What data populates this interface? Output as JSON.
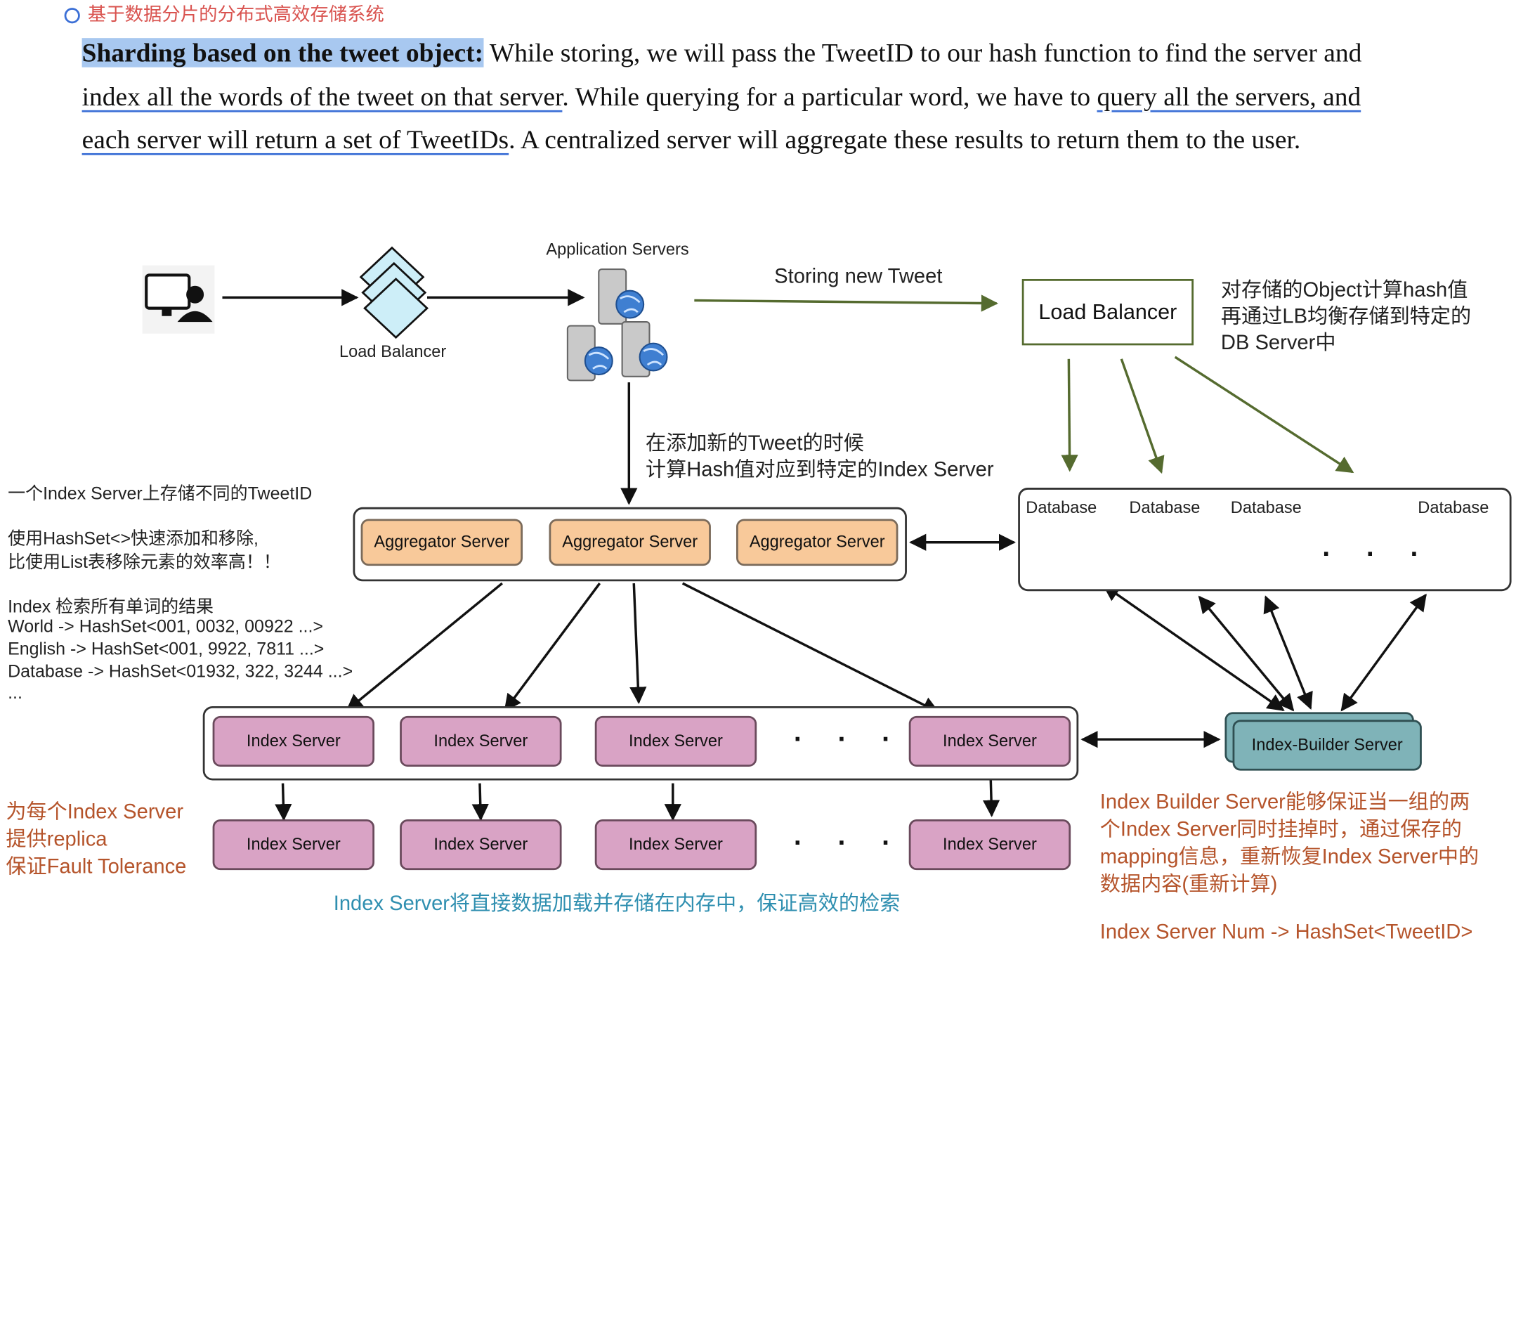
{
  "note_top": "基于数据分片的分布式高效存储系统",
  "paragraph": {
    "bold_lead": "Sharding based on the tweet object:",
    "text1": " While storing, we will pass the TweetID to our hash function to find the server and ",
    "underline1": "index all the words of the tweet on that server",
    "text2": ". While querying for a particular word, we have to ",
    "underline2": "query all the servers, and each server will return a set of TweetIDs",
    "text3": ". A centralized server will aggregate these results to return them to the user."
  },
  "diagram": {
    "app_servers_label": "Application Servers",
    "load_balancer_label": "Load Balancer",
    "storing_label": "Storing new Tweet",
    "lb_box_label": "Load Balancer",
    "lb_note": [
      "对存储的Object计算hash值",
      "再通过LB均衡存储到特定的",
      "DB Server中"
    ],
    "hash_note": [
      "在添加新的Tweet的时候",
      "计算Hash值对应到特定的Index Server"
    ],
    "left_notes": {
      "line1": "一个Index Server上存储不同的TweetID",
      "line2": "使用HashSet<>快速添加和移除,",
      "line3": "比使用List表移除元素的效率高！！",
      "line4": "Index 检索所有单词的结果",
      "line5": "World -> HashSet<001, 0032, 00922 ...>",
      "line6": "English -> HashSet<001, 9922, 7811 ...>",
      "line7": "Database -> HashSet<01932, 322, 3244 ...>",
      "line8": "..."
    },
    "aggregators": [
      "Aggregator Server",
      "Aggregator Server",
      "Aggregator Server"
    ],
    "databases": [
      "Database",
      "Database",
      "Database",
      "Database"
    ],
    "index_servers": [
      "Index Server",
      "Index Server",
      "Index Server",
      "Index Server"
    ],
    "replica_servers": [
      "Index Server",
      "Index Server",
      "Index Server",
      "Index Server"
    ],
    "ellipsis": "· · ·",
    "index_builder": "Index-Builder Server",
    "replica_note": [
      "为每个Index Server",
      "提供replica",
      "保证Fault Tolerance"
    ],
    "memory_note": "Index Server将直接数据加载并存储在内存中，保证高效的检索",
    "builder_note": [
      "Index Builder Server能够保证当一组的两",
      "个Index Server同时挂掉时，通过保存的",
      "mapping信息，重新恢复Index Server中的",
      "数据内容(重新计算)"
    ],
    "builder_mapping": "Index Server Num -> HashSet<TweetID>"
  },
  "colors": {
    "aggregator_fill": "#f8c99a",
    "index_fill": "#d9a3c5",
    "builder_fill": "#7fb3b8",
    "olive": "#556b2f",
    "orange_text": "#b5542b",
    "teal_text": "#2f8fb0"
  }
}
